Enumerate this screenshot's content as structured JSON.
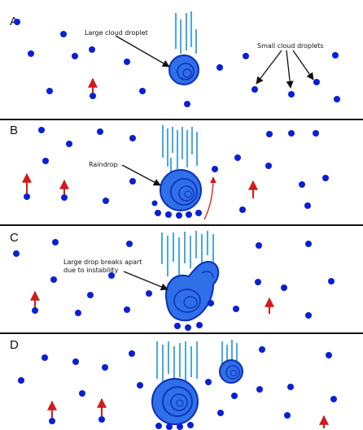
{
  "panels": [
    {
      "letter": "A",
      "annotations": {
        "large": "Large cloud droplet",
        "small": "Small cloud droplets"
      }
    },
    {
      "letter": "B",
      "annotations": {
        "raindrop": "Raindrop"
      }
    },
    {
      "letter": "C",
      "annotations": {
        "breaks_line1": "Large drop breaks apart",
        "breaks_line2": "due to instability"
      }
    },
    {
      "letter": "D"
    }
  ],
  "colors": {
    "droplet": "#0a1fd6",
    "drop_fill": "#2f6fe8",
    "drop_ring": "#0b2fb8",
    "streak": "#4aa8e0",
    "updraft_arrow": "#d21a1a",
    "divider": "#111111"
  },
  "icons": {
    "updraft": "up-arrow-icon",
    "droplet": "circle-dot-icon"
  }
}
